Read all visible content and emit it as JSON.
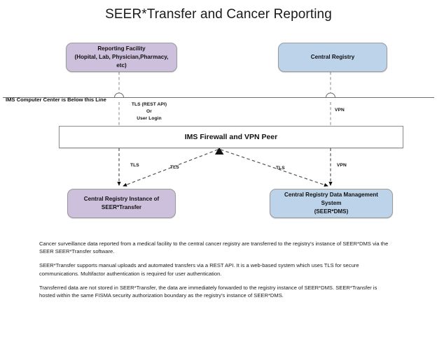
{
  "title": "SEER*Transfer and Cancer Reporting",
  "boundary": {
    "caption": "IMS Computer Center is Below this Line"
  },
  "nodes": {
    "reporting_facility": {
      "line1": "Reporting Facility",
      "line2": "(Hopital, Lab, Physician,Pharmacy, etc)",
      "color": "#CDC0DC"
    },
    "central_registry": {
      "line1": "Central Registry",
      "color": "#BDD3EA"
    },
    "firewall": {
      "label": "IMS Firewall and VPN Peer"
    },
    "seer_transfer_instance": {
      "line1": "Central Registry Instance of",
      "line2": "SEER*Transfer",
      "color": "#CDC0DC"
    },
    "seer_dms": {
      "line1": "Central Registry Data Management System",
      "line2": "(SEER*DMS)",
      "color": "#BDD3EA"
    }
  },
  "edges": {
    "tls_rest_api": "TLS (REST API)\nOr\nUser Login",
    "vpn_top": "VPN",
    "tls_left_vertical": "TLS",
    "tls_left_diagonal": "TLS",
    "tls_right_diagonal": "TLS",
    "vpn_bottom": "VPN"
  },
  "notes": {
    "p1": "Cancer surveillance data reported from a medical facility to the central cancer registry are transferred to the  registry’s instance of SEER*DMS via the SEER SEER*Transfer software.",
    "p2": "SEER*Transfer supports manual uploads and automated transfers via a REST API.  It is a web-based system which uses TLS for secure communications.  Multifactor authentication is required for user authentication.",
    "p3": "Transferred data are not stored in SEER*Transfer, the data are immediately forwarded to the registry instance of SEER*DMS. SEER*Transfer is hosted within the same FISMA security authorization boundary as the registry’s instance of SEER*DMS."
  }
}
